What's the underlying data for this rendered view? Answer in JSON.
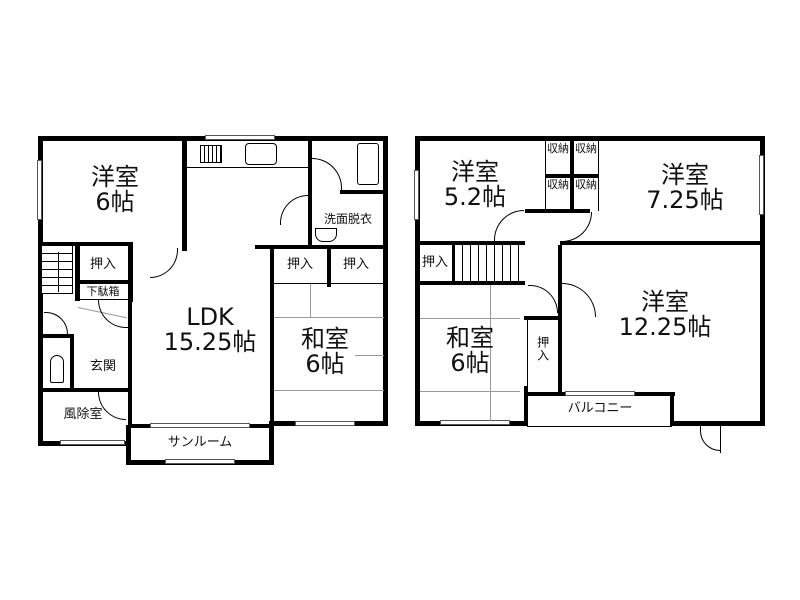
{
  "floor1": {
    "rooms": {
      "western_room": {
        "type": "洋室",
        "size": "6帖"
      },
      "closet_top": "押入",
      "shoe_box": "下駄箱",
      "entrance": "玄関",
      "windbreak_room": "風除室",
      "ldk": {
        "type": "LDK",
        "size": "15.25帖"
      },
      "sunroom": "サンルーム",
      "washroom": "洗面脱衣",
      "closet_a": "押入",
      "closet_b": "押入",
      "japanese_room": {
        "type": "和室",
        "size": "6帖"
      }
    }
  },
  "floor2": {
    "rooms": {
      "western_room_a": {
        "type": "洋室",
        "size": "5.2帖"
      },
      "western_room_b": {
        "type": "洋室",
        "size": "7.25帖"
      },
      "storage": [
        "収納",
        "収納",
        "収納",
        "収納"
      ],
      "closet_stair": "押入",
      "japanese_room": {
        "type": "和室",
        "size": "6帖"
      },
      "closet_vertical": "押入",
      "western_room_c": {
        "type": "洋室",
        "size": "12.25帖"
      },
      "balcony": "バルコニー"
    }
  },
  "colors": {
    "wall": "#000000",
    "thin_line": "#9a9a9a",
    "background": "#ffffff"
  }
}
